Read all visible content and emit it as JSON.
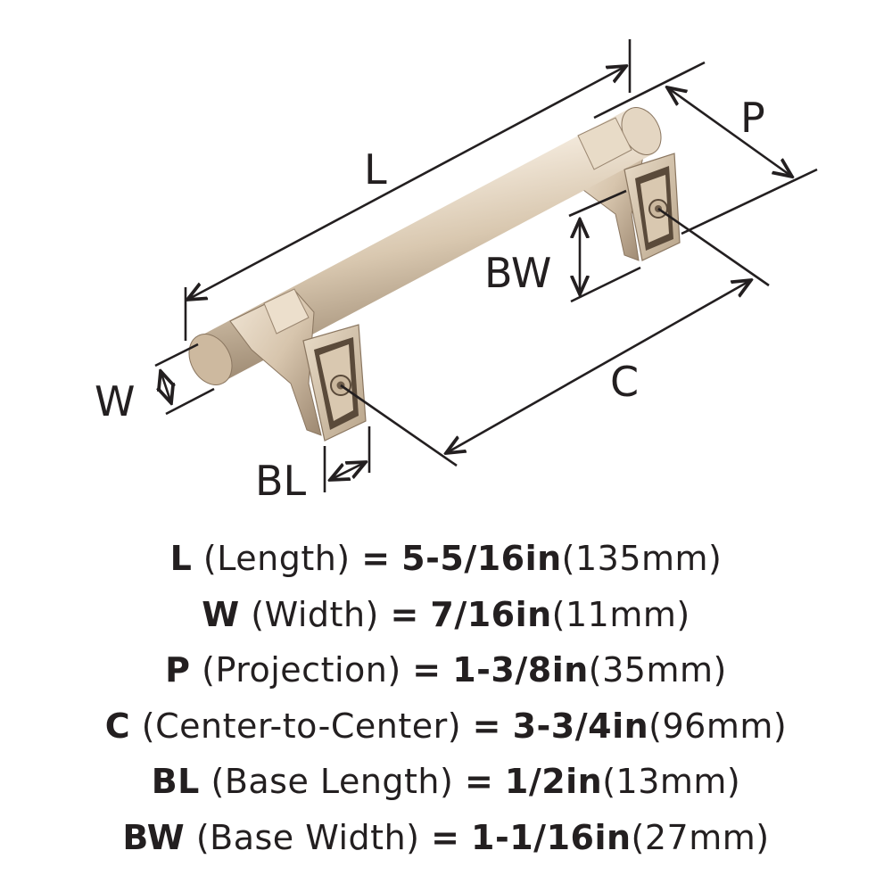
{
  "diagram": {
    "labels": {
      "L": "L",
      "P": "P",
      "BW": "BW",
      "W": "W",
      "C": "C",
      "BL": "BL"
    },
    "colors": {
      "line": "#231f20",
      "metal_light": "#efe3d2",
      "metal_mid": "#d6c4ab",
      "metal_dark": "#a8937a",
      "metal_shadow": "#7e6c58"
    }
  },
  "specs": [
    {
      "key": "L",
      "name": "(Length)",
      "eq": "=",
      "inch": "5-5/16in",
      "mm": "(135mm)"
    },
    {
      "key": "W",
      "name": "(Width)",
      "eq": "=",
      "inch": "7/16in",
      "mm": "(11mm)"
    },
    {
      "key": "P",
      "name": "(Projection)",
      "eq": "=",
      "inch": "1-3/8in",
      "mm": "(35mm)"
    },
    {
      "key": "C",
      "name": "(Center-to-Center)",
      "eq": "=",
      "inch": "3-3/4in",
      "mm": "(96mm)"
    },
    {
      "key": "BL",
      "name": "(Base Length)",
      "eq": "=",
      "inch": "1/2in",
      "mm": "(13mm)"
    },
    {
      "key": "BW",
      "name": "(Base Width)",
      "eq": "=",
      "inch": "1-1/16in",
      "mm": "(27mm)"
    }
  ]
}
